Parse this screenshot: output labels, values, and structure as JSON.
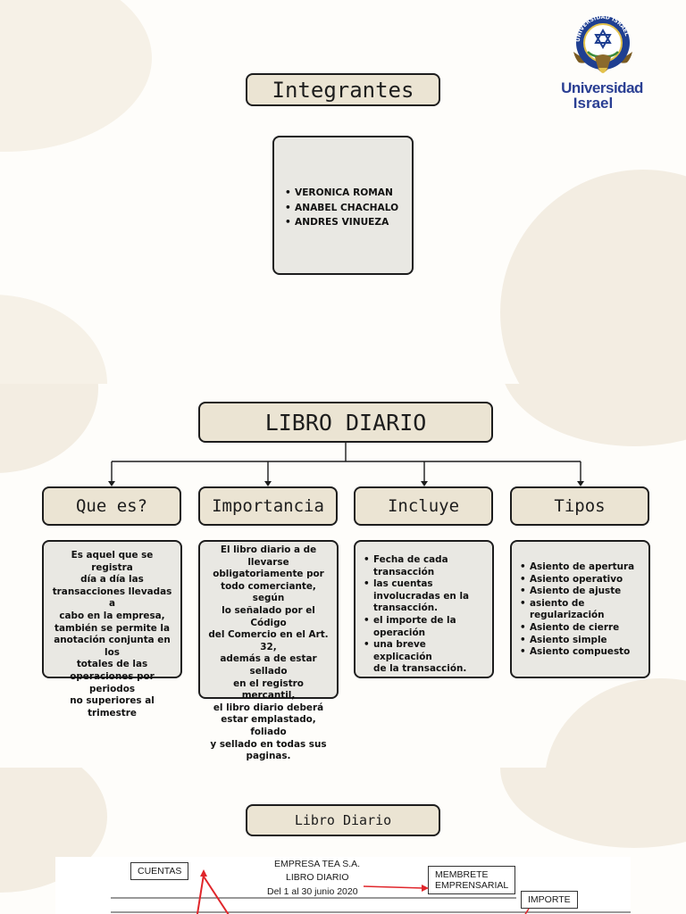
{
  "slide1": {
    "title": "Integrantes",
    "members": [
      "VERONICA ROMAN",
      "ANABEL CHACHALO",
      "ANDRES VINUEZA"
    ],
    "logo": {
      "seal_text": "UNIVERSIDAD ISRAEL",
      "name_line1": "Universidad",
      "name_line2": "Israel",
      "icon": "university-seal-icon",
      "color": "#2a3f93"
    }
  },
  "slide2": {
    "title": "LIBRO DIARIO",
    "categories": [
      {
        "label": "Que es?"
      },
      {
        "label": "Importancia"
      },
      {
        "label": "Incluye"
      },
      {
        "label": "Tipos"
      }
    ],
    "que_es": {
      "lines": [
        "Es aquel que se registra",
        "día a día las",
        "transacciones llevadas a",
        "cabo en la empresa,",
        "también se permite la",
        "anotación conjunta en los",
        "totales de las",
        "operaciones por periodos",
        "no superiores al",
        "trimestre"
      ]
    },
    "importancia": {
      "lines": [
        "El libro diario a de",
        "llevarse",
        "obligatoriamente por",
        "todo comerciante, según",
        "lo señalado por el Código",
        "del Comercio en el Art. 32,",
        "además a de estar sellado",
        "en el registro mercantil,",
        "el libro diario deberá",
        "estar emplastado, foliado",
        "y sellado en todas sus",
        "paginas."
      ]
    },
    "incluye": {
      "items": [
        [
          "Fecha de cada",
          "transacción"
        ],
        [
          "las cuentas",
          "involucradas en la",
          "transacción."
        ],
        [
          "el importe de la",
          "operación"
        ],
        [
          "una breve explicación",
          "de la transacción."
        ]
      ]
    },
    "tipos": {
      "items": [
        [
          "Asiento de apertura"
        ],
        [
          "Asiento operativo"
        ],
        [
          "Asiento de ajuste"
        ],
        [
          "asiento de",
          "regularización"
        ],
        [
          "Asiento de cierre"
        ],
        [
          "Asiento simple"
        ],
        [
          "Asiento compuesto"
        ]
      ]
    }
  },
  "slide3": {
    "title": "Libro Diario",
    "sheet": {
      "cuentas": "CUENTAS",
      "company": "EMPRESA TEA S.A.",
      "book": "LIBRO DIARIO",
      "period": "Del 1 al 30 junio 2020",
      "membrete": [
        "MEMBRETE",
        "EMPRENSARIAL"
      ],
      "importe": "IMPORTE",
      "arrow_color": "#e0262b"
    }
  }
}
